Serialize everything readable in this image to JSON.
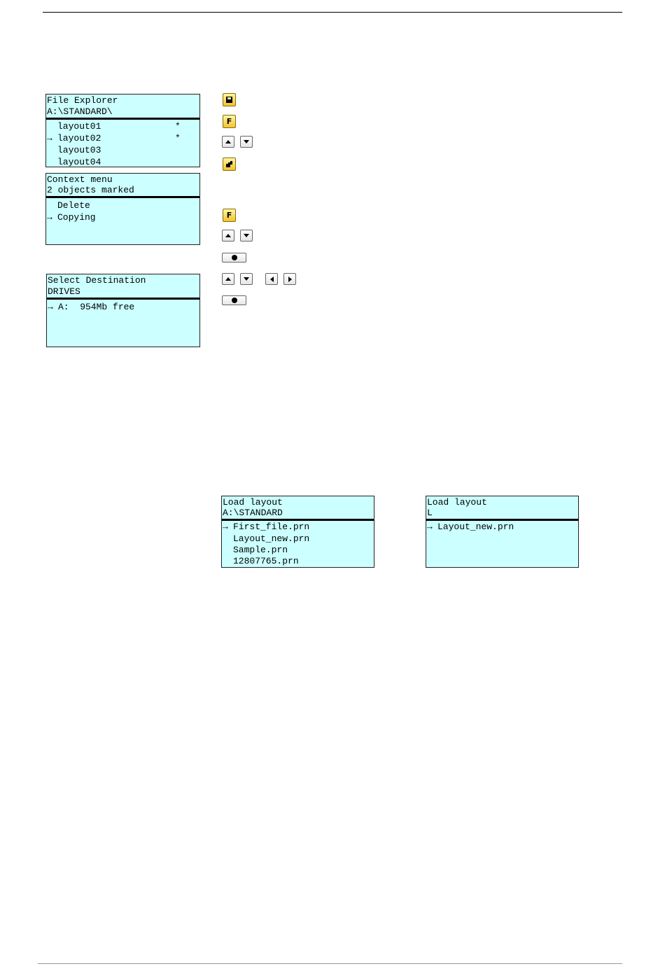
{
  "lcd_file_explorer": {
    "title": "File Explorer",
    "path": "A:\\STANDARD\\",
    "items": [
      {
        "pointer": "",
        "name": "layout01",
        "mark": "*"
      },
      {
        "pointer": "→",
        "name": "layout02",
        "mark": "*"
      },
      {
        "pointer": "",
        "name": "layout03",
        "mark": ""
      },
      {
        "pointer": "",
        "name": "layout04",
        "mark": ""
      }
    ]
  },
  "lcd_context_menu": {
    "title": "Context menu",
    "subtitle": "2 objects marked",
    "items": [
      {
        "pointer": "",
        "name": "Delete"
      },
      {
        "pointer": "→",
        "name": "Copying"
      }
    ]
  },
  "lcd_select_destination": {
    "title": "Select Destination",
    "subtitle": "DRIVES",
    "items": [
      {
        "pointer": "→",
        "name": "A:  954Mb free"
      }
    ]
  },
  "lcd_load_layout_1": {
    "title": "Load layout",
    "path": "A:\\STANDARD",
    "items": [
      {
        "pointer": "→",
        "name": "First_file.prn"
      },
      {
        "pointer": "",
        "name": "Layout_new.prn"
      },
      {
        "pointer": "",
        "name": "Sample.prn"
      },
      {
        "pointer": "",
        "name": "12807765.prn"
      }
    ]
  },
  "lcd_load_layout_2": {
    "title": "Load layout",
    "path": "L",
    "items": [
      {
        "pointer": "→",
        "name": "Layout_new.prn"
      }
    ]
  },
  "keys": {
    "save": "save-icon",
    "function": "F",
    "mark": "mark-icon",
    "up": "arrow-up-icon",
    "down": "arrow-down-icon",
    "left": "arrow-left-icon",
    "right": "arrow-right-icon",
    "enter": "enter-dot-icon"
  }
}
